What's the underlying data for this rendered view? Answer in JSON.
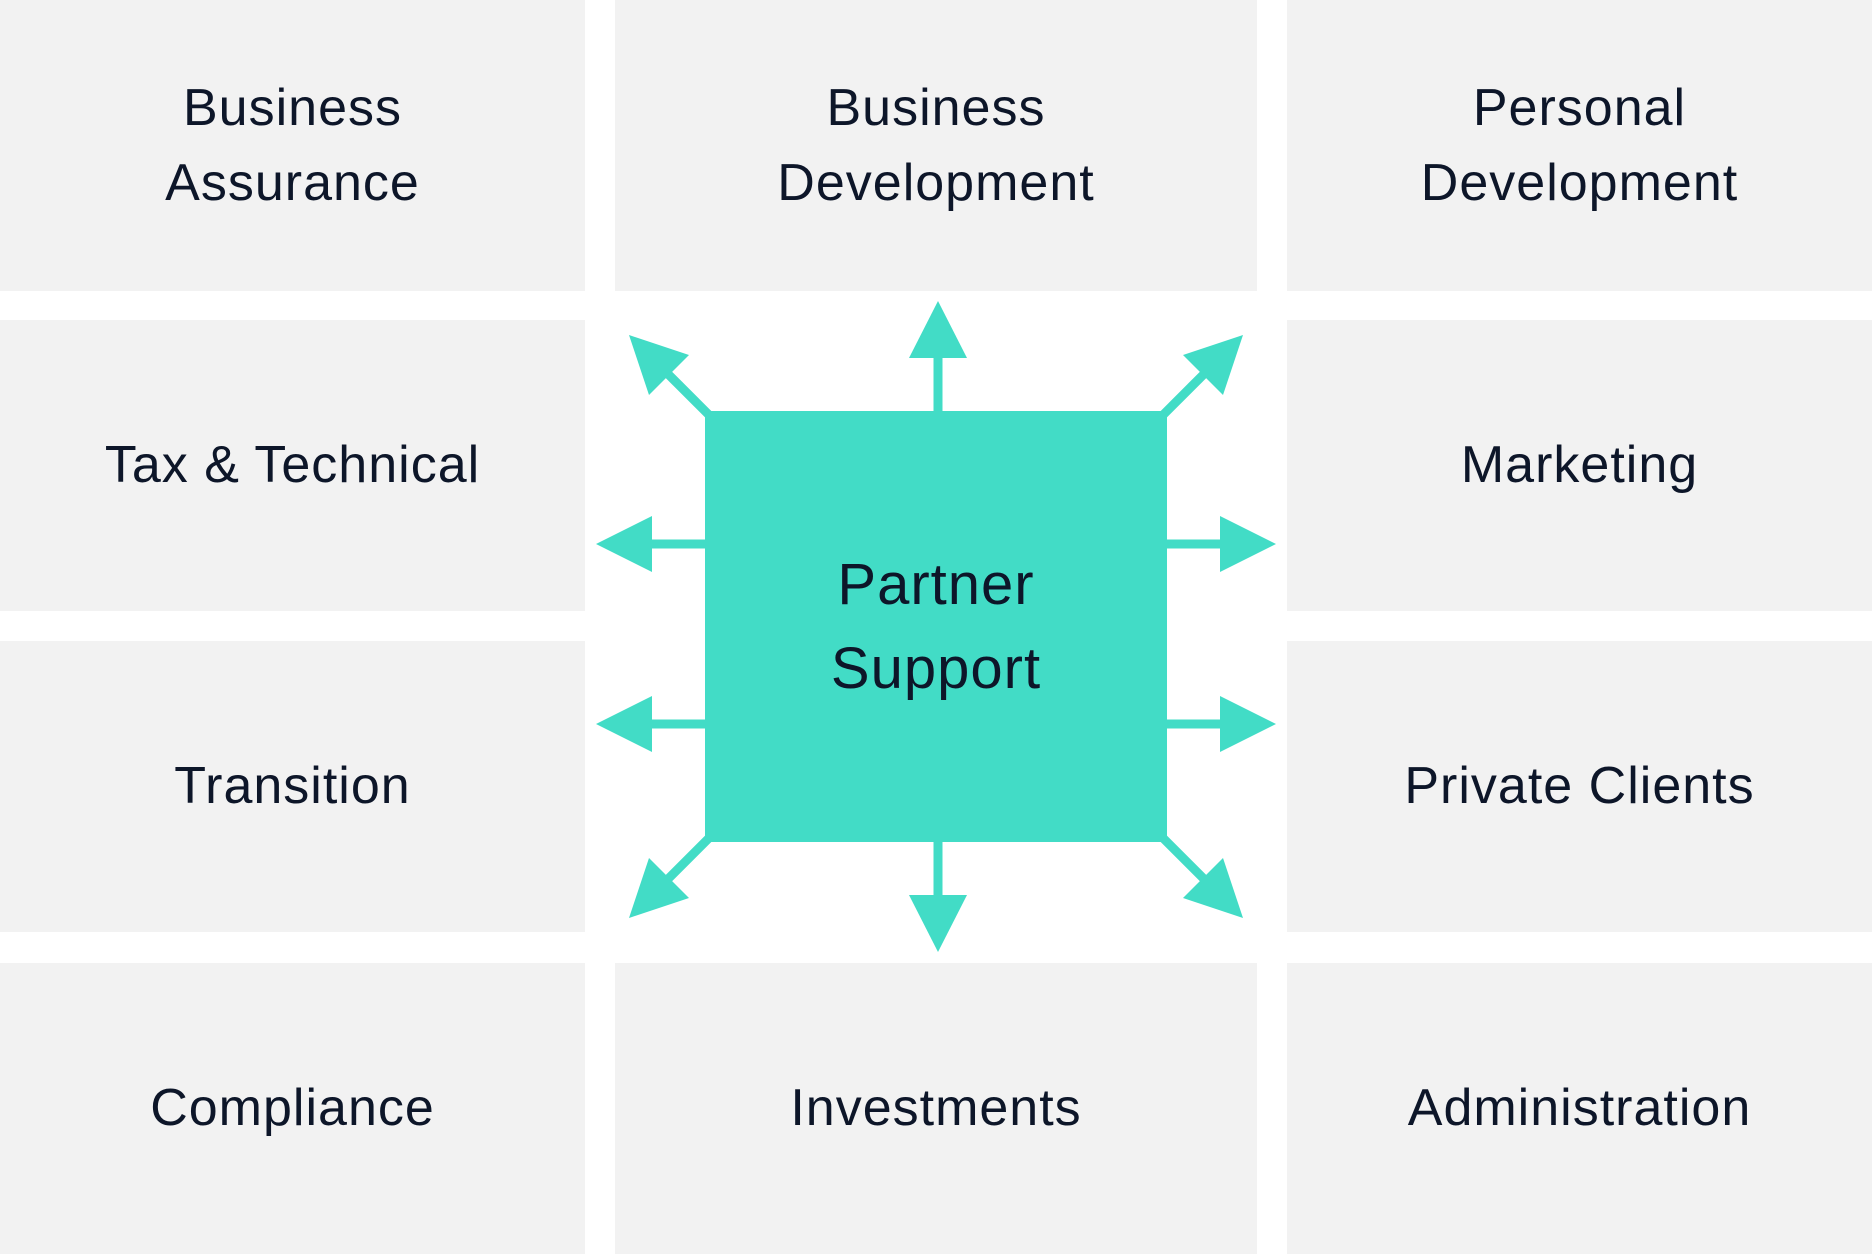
{
  "center": {
    "label": "Partner\nSupport",
    "color": "#42dcc6"
  },
  "departments": {
    "business_assurance": "Business\nAssurance",
    "business_development": "Business\nDevelopment",
    "personal_development": "Personal\nDevelopment",
    "tax_technical": "Tax & Technical",
    "marketing": "Marketing",
    "transition": "Transition",
    "private_clients": "Private Clients",
    "compliance": "Compliance",
    "investments": "Investments",
    "administration": "Administration"
  }
}
